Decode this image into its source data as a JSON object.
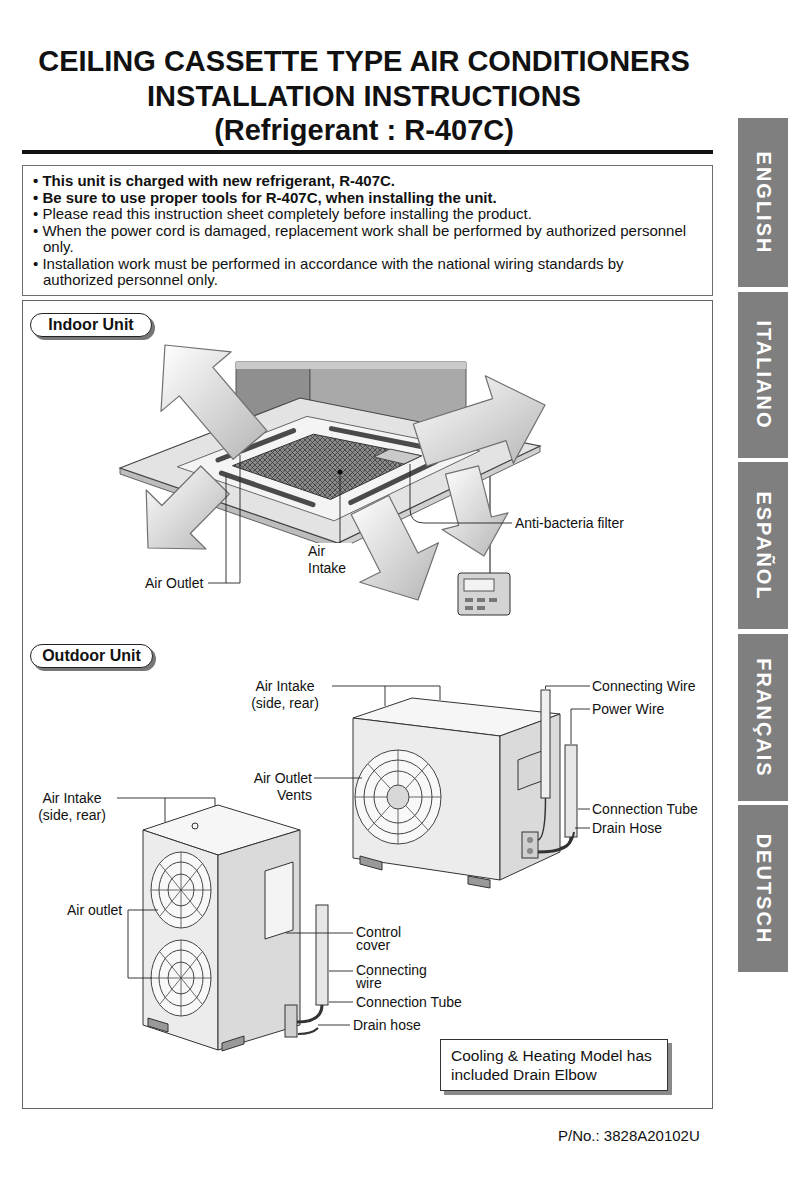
{
  "diagram": {
    "title": "CEILING CASSETTE TYPE AIR CONDITIONERS INSTALLATION INSTRUCTIONS",
    "nodes": [
      {
        "text": [
          "• This unit is charged with new refrigerant, R-407C.",
          "• Be sure to use proper tools for R-407C, when installing the unit.",
          "• Please read this instruction sheet completely before installing the product.",
          "• When the power cord is damaged, replacement work shall be performed by authorized personnel only.",
          "• Installation work must be performed in accordance with the national wiring standards by authorized personnel only."
        ]
      },
      {
        "text": [
          "Indoor Unit"
        ]
      },
      {
        "text": [
          "Outdoor Unit"
        ]
      },
      {
        "text": [
          "Cooling & Heating Model has included Drain Elbow"
        ]
      },
      {
        "text": [
          "ENGLISH"
        ]
      },
      {
        "text": [
          "ITALIANO"
        ]
      },
      {
        "text": [
          "ESPAÑOL"
        ]
      },
      {
        "text": [
          "FRANÇAIS"
        ]
      },
      {
        "text": [
          "DEUTSCH"
        ]
      }
    ],
    "labels": [
      "(Refrigerant : R-407C)",
      "Anti-bacteria filter",
      "Air Intake",
      "Air Outlet",
      "Air Intake (side, rear)",
      "Connecting Wire",
      "Power Wire",
      "Air Outlet Vents",
      "Air Intake (side, rear)",
      "Connection Tube",
      "Drain Hose",
      "Air outlet",
      "Control cover",
      "Connecting wire",
      "Connection Tube",
      "Drain hose",
      "P/No.: 3828A20102U"
    ]
  }
}
